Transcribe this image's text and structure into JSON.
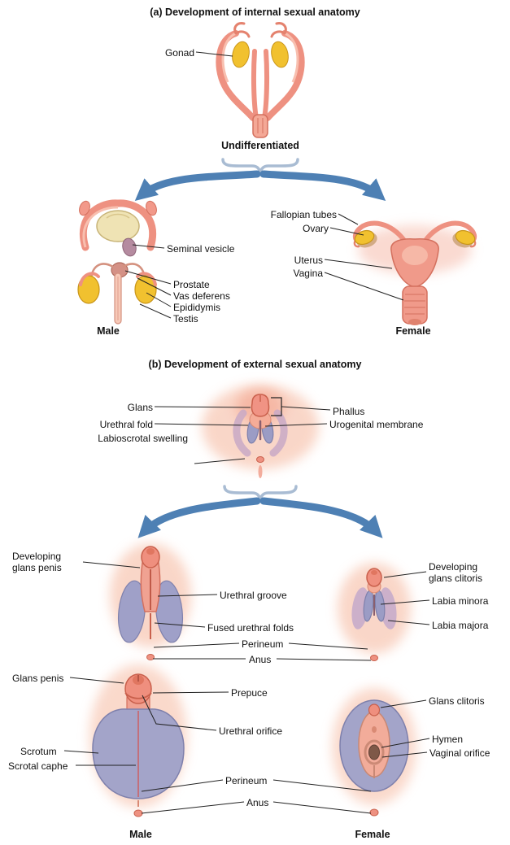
{
  "colors": {
    "arrow_blue": "#4E80B4",
    "brace_gray": "#A9BCD3",
    "leader_line": "#222222",
    "salmon": "#EE9181",
    "gonad_yellow": "#F1C12F",
    "swelling_purple": "#9B9CC5",
    "scrotum_purple": "#A3A4C9"
  },
  "section_a": {
    "title": "(a) Development of internal sexual anatomy",
    "undifferentiated": {
      "label": "Undifferentiated",
      "annotations": {
        "gonad": "Gonad"
      }
    },
    "male": {
      "caption": "Male",
      "annotations": {
        "seminal_vesicle": "Seminal vesicle",
        "prostate": "Prostate",
        "vas_deferens": "Vas deferens",
        "epididymis": "Epididymis",
        "testis": "Testis"
      }
    },
    "female": {
      "caption": "Female",
      "annotations": {
        "fallopian_tubes": "Fallopian tubes",
        "ovary": "Ovary",
        "uterus": "Uterus",
        "vagina": "Vagina"
      }
    }
  },
  "section_b": {
    "title": "(b) Development of external sexual anatomy",
    "undifferentiated": {
      "annotations": {
        "glans": "Glans",
        "urethral_fold": "Urethral fold",
        "labioscrotal_swelling": "Labioscrotal swelling",
        "phallus": "Phallus",
        "urogenital_membrane": "Urogenital membrane"
      }
    },
    "intermediate": {
      "annotations": {
        "developing_glans_penis": "Developing glans penis",
        "urethral_groove": "Urethral groove",
        "fused_urethral_folds": "Fused urethral folds",
        "perineum": "Perineum",
        "anus": "Anus",
        "developing_glans_clitoris": "Developing glans clitoris",
        "labia_minora": "Labia minora",
        "labia_majora": "Labia majora"
      }
    },
    "final": {
      "male_caption": "Male",
      "female_caption": "Female",
      "annotations": {
        "glans_penis": "Glans penis",
        "prepuce": "Prepuce",
        "urethral_orifice": "Urethral orifice",
        "scrotum": "Scrotum",
        "scrotal_raphe": "Scrotal caphe",
        "perineum": "Perineum",
        "anus": "Anus",
        "glans_clitoris": "Glans clitoris",
        "hymen": "Hymen",
        "vaginal_orifice": "Vaginal orifice"
      }
    }
  }
}
